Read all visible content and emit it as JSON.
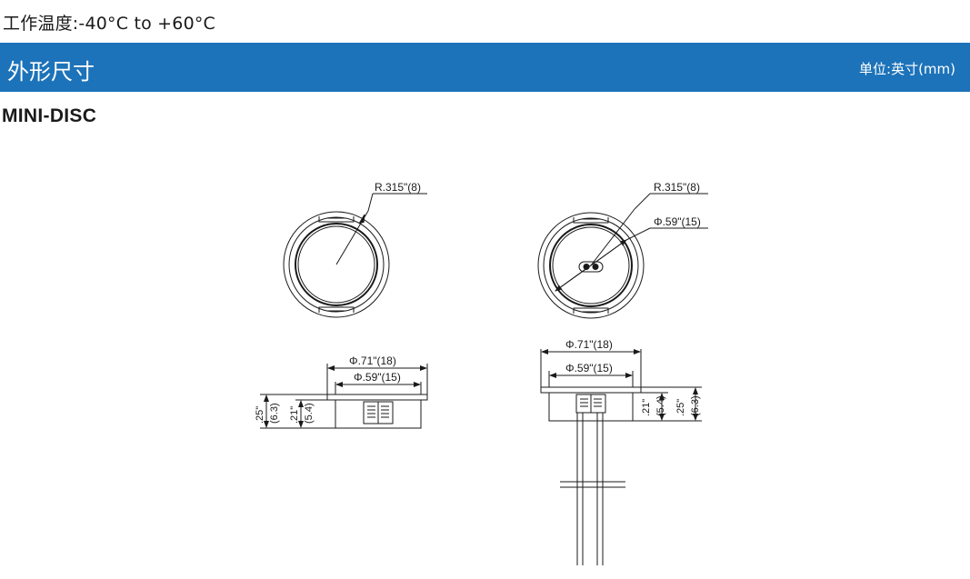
{
  "operating_temp": "工作温度:-40°C to +60°C",
  "section": {
    "title": "外形尺寸",
    "unit": "单位:英寸(mm)"
  },
  "model": "MINI-DISC",
  "drawing": {
    "radius_left": "R.315\"(8)",
    "radius_right": "R.315\"(8)",
    "dia_inner_top": "Φ.59\"(15)",
    "dia_outer_left": "Φ.71\"(18)",
    "dia_inner_left": "Φ.59\"(15)",
    "dia_outer_right": "Φ.71\"(18)",
    "dia_inner_right": "Φ.59\"(15)",
    "height_total_left_in": ".25\"",
    "height_total_left_mm": "(6.3)",
    "height_body_left_in": ".21\"",
    "height_body_left_mm": "(5.4)",
    "height_body_right_in": ".21\"",
    "height_body_right_mm": "(5.4)",
    "height_total_right_in": ".25\"",
    "height_total_right_mm": "(6.3)"
  },
  "colors": {
    "banner": "#1d73b9",
    "line": "#1a1a1a"
  }
}
